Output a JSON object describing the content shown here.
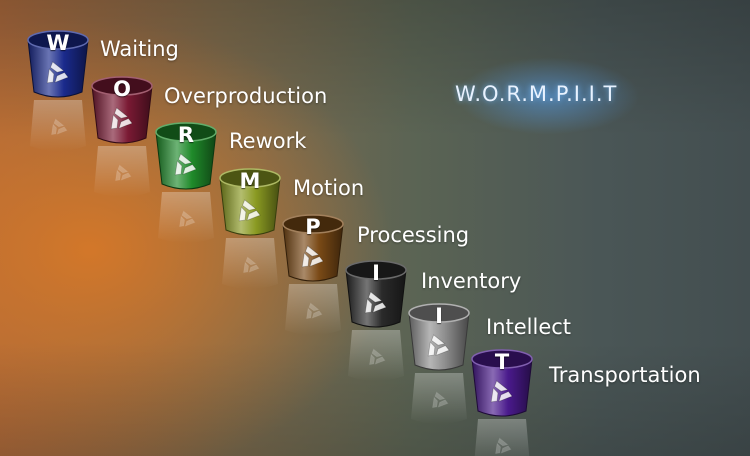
{
  "headline": "W.O.R.M.P.I.I.T",
  "items": [
    {
      "letter": "W",
      "word": "Waiting",
      "color": "#1a2a8c"
    },
    {
      "letter": "O",
      "word": "Overproduction",
      "color": "#7a1a34"
    },
    {
      "letter": "R",
      "word": "Rework",
      "color": "#1f8a2a"
    },
    {
      "letter": "M",
      "word": "Motion",
      "color": "#8a9a22"
    },
    {
      "letter": "P",
      "word": "Processing",
      "color": "#7a4a16"
    },
    {
      "letter": "I",
      "word": "Inventory",
      "color": "#2a2a2a"
    },
    {
      "letter": "I",
      "word": "Intellect",
      "color": "#8e8e8e"
    },
    {
      "letter": "T",
      "word": "Transportation",
      "color": "#4a1a8c"
    }
  ],
  "icons": {
    "bin": "recycle-bin-icon",
    "symbol": "recycle-icon"
  }
}
